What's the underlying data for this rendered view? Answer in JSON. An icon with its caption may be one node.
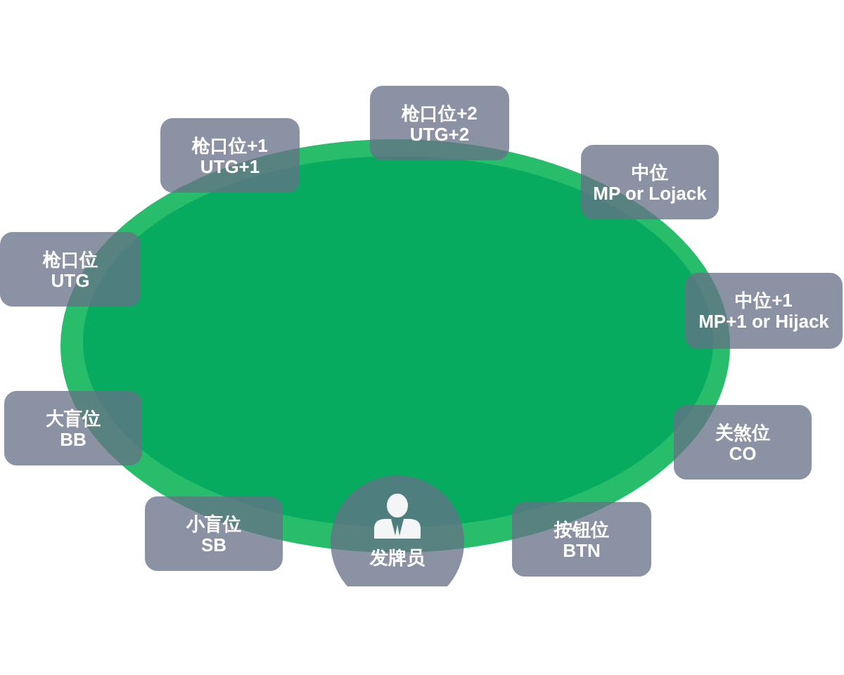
{
  "diagram": {
    "nodes": [
      {
        "text": [
          "枪口位+2",
          "UTG+2"
        ]
      },
      {
        "text": [
          "枪口位+1",
          "UTG+1"
        ]
      },
      {
        "text": [
          "中位",
          "MP or Lojack"
        ]
      },
      {
        "text": [
          "枪口位",
          "UTG"
        ]
      },
      {
        "text": [
          "中位+1",
          "MP+1 or Hijack"
        ]
      },
      {
        "text": [
          "大盲位",
          "BB"
        ]
      },
      {
        "text": [
          "关煞位",
          "CO"
        ]
      },
      {
        "text": [
          "发牌员"
        ]
      },
      {
        "text": [
          "小盲位",
          "SB"
        ]
      },
      {
        "text": [
          "按钮位",
          "BTN"
        ]
      }
    ]
  }
}
